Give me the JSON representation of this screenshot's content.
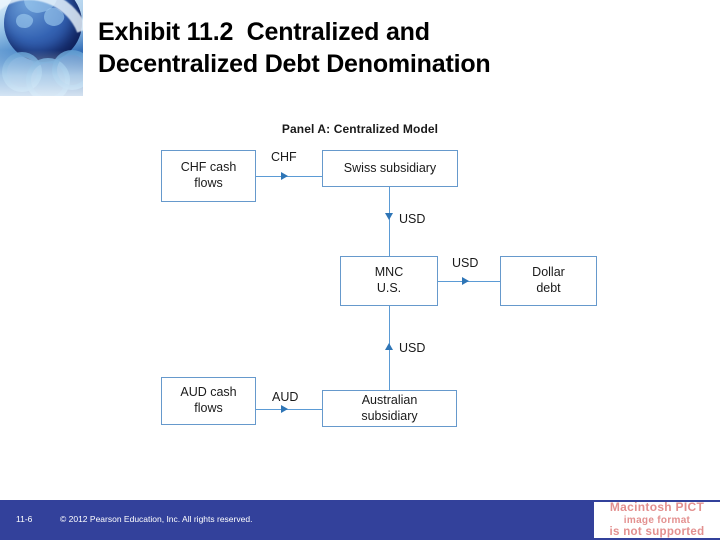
{
  "slide": {
    "title_line1": "Exhibit 11.2  Centralized and",
    "title_line2": "Decentralized Debt Denomination",
    "globe_icon": "globe-coins-image"
  },
  "diagram": {
    "panel_title": "Panel A: Centralized Model",
    "nodes": [
      {
        "id": "chf-cash-flows",
        "label": "CHF cash\nflows"
      },
      {
        "id": "swiss-subsidiary",
        "label": "Swiss subsidiary"
      },
      {
        "id": "mnc-us",
        "label": "MNC\nU.S."
      },
      {
        "id": "dollar-debt",
        "label": "Dollar\ndebt"
      },
      {
        "id": "aud-cash-flows",
        "label": "AUD cash\nflows"
      },
      {
        "id": "australian-subsidiary",
        "label": "Australian\nsubsidiary"
      }
    ],
    "edges": [
      {
        "id": "chf-to-swiss",
        "label": "CHF",
        "direction": "right"
      },
      {
        "id": "swiss-to-mnc",
        "label": "USD",
        "direction": "down"
      },
      {
        "id": "mnc-to-debt",
        "label": "USD",
        "direction": "right"
      },
      {
        "id": "aussie-to-mnc",
        "label": "USD",
        "direction": "up"
      },
      {
        "id": "aud-to-aussie",
        "label": "AUD",
        "direction": "right"
      }
    ],
    "colors": {
      "box_border": "#6699cc",
      "connector": "#5b9bd5",
      "arrowhead": "#2e75b6"
    }
  },
  "footer": {
    "slide_number": "11-6",
    "copyright": "© 2012 Pearson Education, Inc. All rights reserved.",
    "band_color": "#33419b",
    "pict_placeholder": {
      "line1": "Macintosh PICT",
      "line2": "image format",
      "line3": "is not supported",
      "text_color": "#e3908f"
    }
  }
}
